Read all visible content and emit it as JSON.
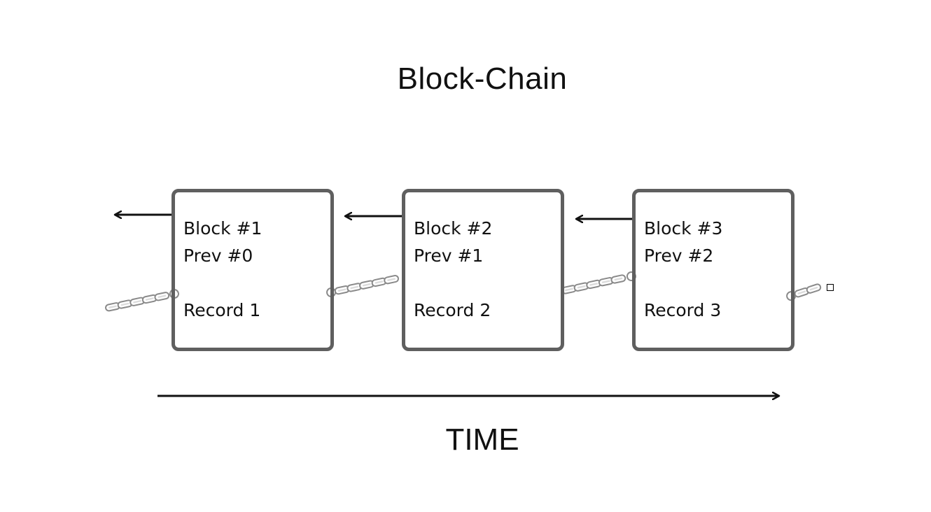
{
  "title": "Block-Chain",
  "blocks": [
    {
      "name": "Block #1",
      "prev": "Prev #0",
      "record": "Record 1"
    },
    {
      "name": "Block #2",
      "prev": "Prev #1",
      "record": "Record 2"
    },
    {
      "name": "Block #3",
      "prev": "Prev #2",
      "record": "Record 3"
    }
  ],
  "axis_label": "TIME",
  "colors": {
    "block_border": "#5f5f5f",
    "arrow": "#111111",
    "chain": "#8a8a8a"
  },
  "icons": {
    "link": "chain-link-icon",
    "pointer": "back-arrow-icon"
  }
}
